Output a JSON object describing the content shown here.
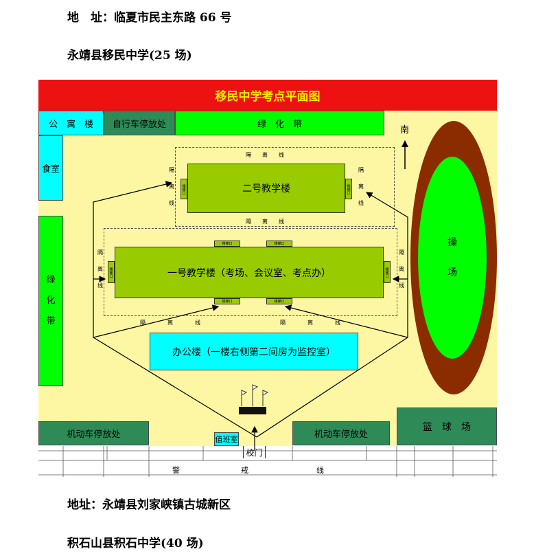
{
  "doc": {
    "line1": "地　址：临夏市民主东路 66 号",
    "line2": "永靖县移民中学(25 场)",
    "line3": "地址：永靖县刘家峡镇古城新区",
    "line4": "积石山县积石中学(40 场)"
  },
  "map": {
    "title": "移民中学考点平面图",
    "apartment": "公　寓　楼",
    "bike_parking": "自行车停放处",
    "green_belt_top": "绿　化　带",
    "canteen": "食室",
    "green_belt_left": [
      "绿",
      "化",
      "带"
    ],
    "building2": "二号教学楼",
    "building1": "一号教学楼（考场、会议室、考点办）",
    "office": "办公楼（一楼右侧第二间房为监控室）",
    "playground": [
      "操",
      "场"
    ],
    "south": "南",
    "car_parking_left": "机动车停放处",
    "car_parking_right": "机动车停放处",
    "basketball": "篮　球　场",
    "duty_room": "值班室",
    "school_gate": "校门",
    "cordon": [
      "警",
      "戒",
      "线"
    ],
    "isolation": [
      "隔",
      "离",
      "线"
    ],
    "door_label": "楼梯口"
  },
  "colors": {
    "map_background": "#fdf6a3",
    "title_bar": "#ee1111",
    "title_text": "#ffe800",
    "cyan": "#00ffff",
    "bright_green": "#00ff00",
    "dark_green": "#2e8b57",
    "building": "#99cc00",
    "track": "#8b2c00"
  }
}
